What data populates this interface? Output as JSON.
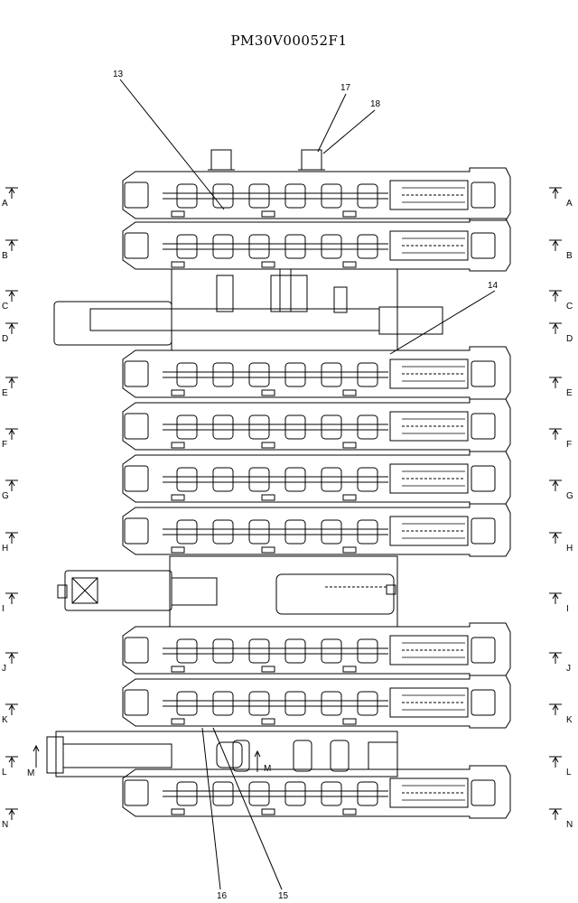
{
  "title": "PM30V00052F1",
  "callouts": [
    "13",
    "17",
    "18",
    "14",
    "16",
    "15"
  ],
  "sections": [
    "A",
    "B",
    "C",
    "D",
    "E",
    "F",
    "G",
    "H",
    "I",
    "J",
    "K",
    "L",
    "N"
  ],
  "section_m": "M"
}
